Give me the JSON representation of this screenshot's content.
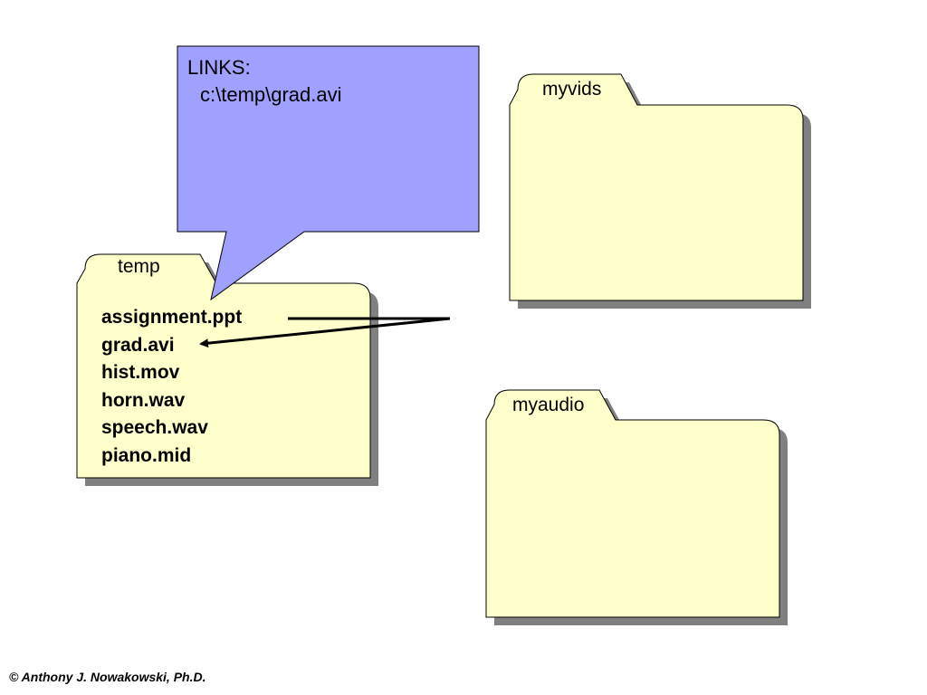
{
  "callout": {
    "heading": "LINKS:",
    "link": "c:\\temp\\grad.avi"
  },
  "folders": {
    "temp": {
      "label": "temp",
      "files": [
        "assignment.ppt",
        "grad.avi",
        "hist.mov",
        "horn.wav",
        "speech.wav",
        "piano.mid"
      ]
    },
    "myvids": {
      "label": "myvids"
    },
    "myaudio": {
      "label": "myaudio"
    }
  },
  "footer": {
    "copyright": "©  Anthony J. Nowakowski, Ph.D."
  },
  "colors": {
    "folder_fill": "#FFFFCC",
    "callout_fill": "#A0A0FF",
    "shadow": "#808080",
    "outline": "#000000"
  }
}
